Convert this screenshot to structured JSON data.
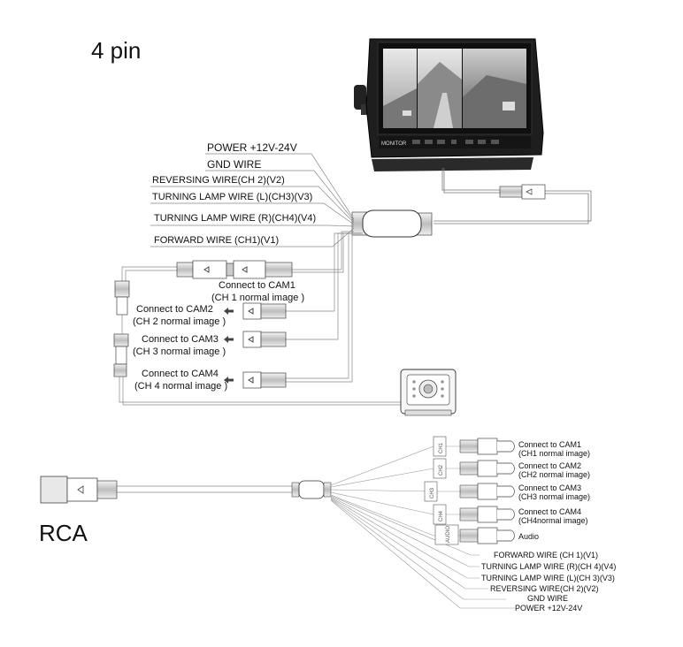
{
  "titles": {
    "four_pin": "4 pin",
    "rca": "RCA"
  },
  "monitor": {
    "brand": "MONITOR"
  },
  "four_pin_wires": {
    "power": "POWER +12V-24V",
    "gnd": "GND WIRE",
    "reversing": "REVERSING WIRE(CH 2)(V2)",
    "turning_left": "TURNING LAMP WIRE (L)(CH3)(V3)",
    "turning_right": "TURNING LAMP WIRE (R)(CH4)(V4)",
    "forward": "FORWARD WIRE (CH1)(V1)"
  },
  "four_pin_cams": {
    "cam1_line1": "Connect to CAM1",
    "cam1_line2": "(CH 1  normal image )",
    "cam2_line1": "Connect to CAM2",
    "cam2_line2": "(CH 2  normal image )",
    "cam3_line1": "Connect to CAM3",
    "cam3_line2": "(CH 3  normal image )",
    "cam4_line1": "Connect to CAM4",
    "cam4_line2": "(CH 4  normal image )"
  },
  "rca_cams": {
    "cam1_line1": "Connect to CAM1",
    "cam1_line2": "(CH1 normal image)",
    "cam2_line1": "Connect to CAM2",
    "cam2_line2": "(CH2 normal image)",
    "cam3_line1": "Connect to CAM3",
    "cam3_line2": "(CH3 normal image)",
    "cam4_line1": "Connect to CAM4",
    "cam4_line2": "(CH4normal image)",
    "audio": "Audio"
  },
  "rca_tags": {
    "ch1": "CH1",
    "ch2": "CH2",
    "ch3": "CH3",
    "ch4": "CH4",
    "audio": "AUDIO"
  },
  "rca_wires": {
    "forward": "FORWARD WIRE (CH 1)(V1)",
    "turning_right": "TURNING LAMP WIRE (R)(CH 4)(V4)",
    "turning_left": "TURNING LAMP WIRE (L)(CH 3)(V3)",
    "reversing": "REVERSING WIRE(CH 2)(V2)",
    "gnd": "GND WIRE",
    "power": "POWER +12V-24V"
  }
}
